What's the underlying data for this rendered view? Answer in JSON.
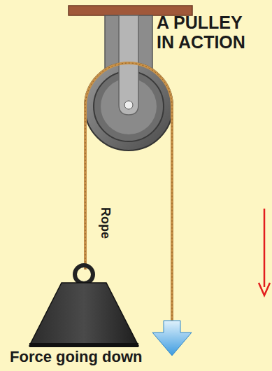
{
  "diagram": {
    "title": "A PULLEY IN ACTION",
    "caption": "Force going down",
    "labels": [
      "Rope"
    ]
  }
}
